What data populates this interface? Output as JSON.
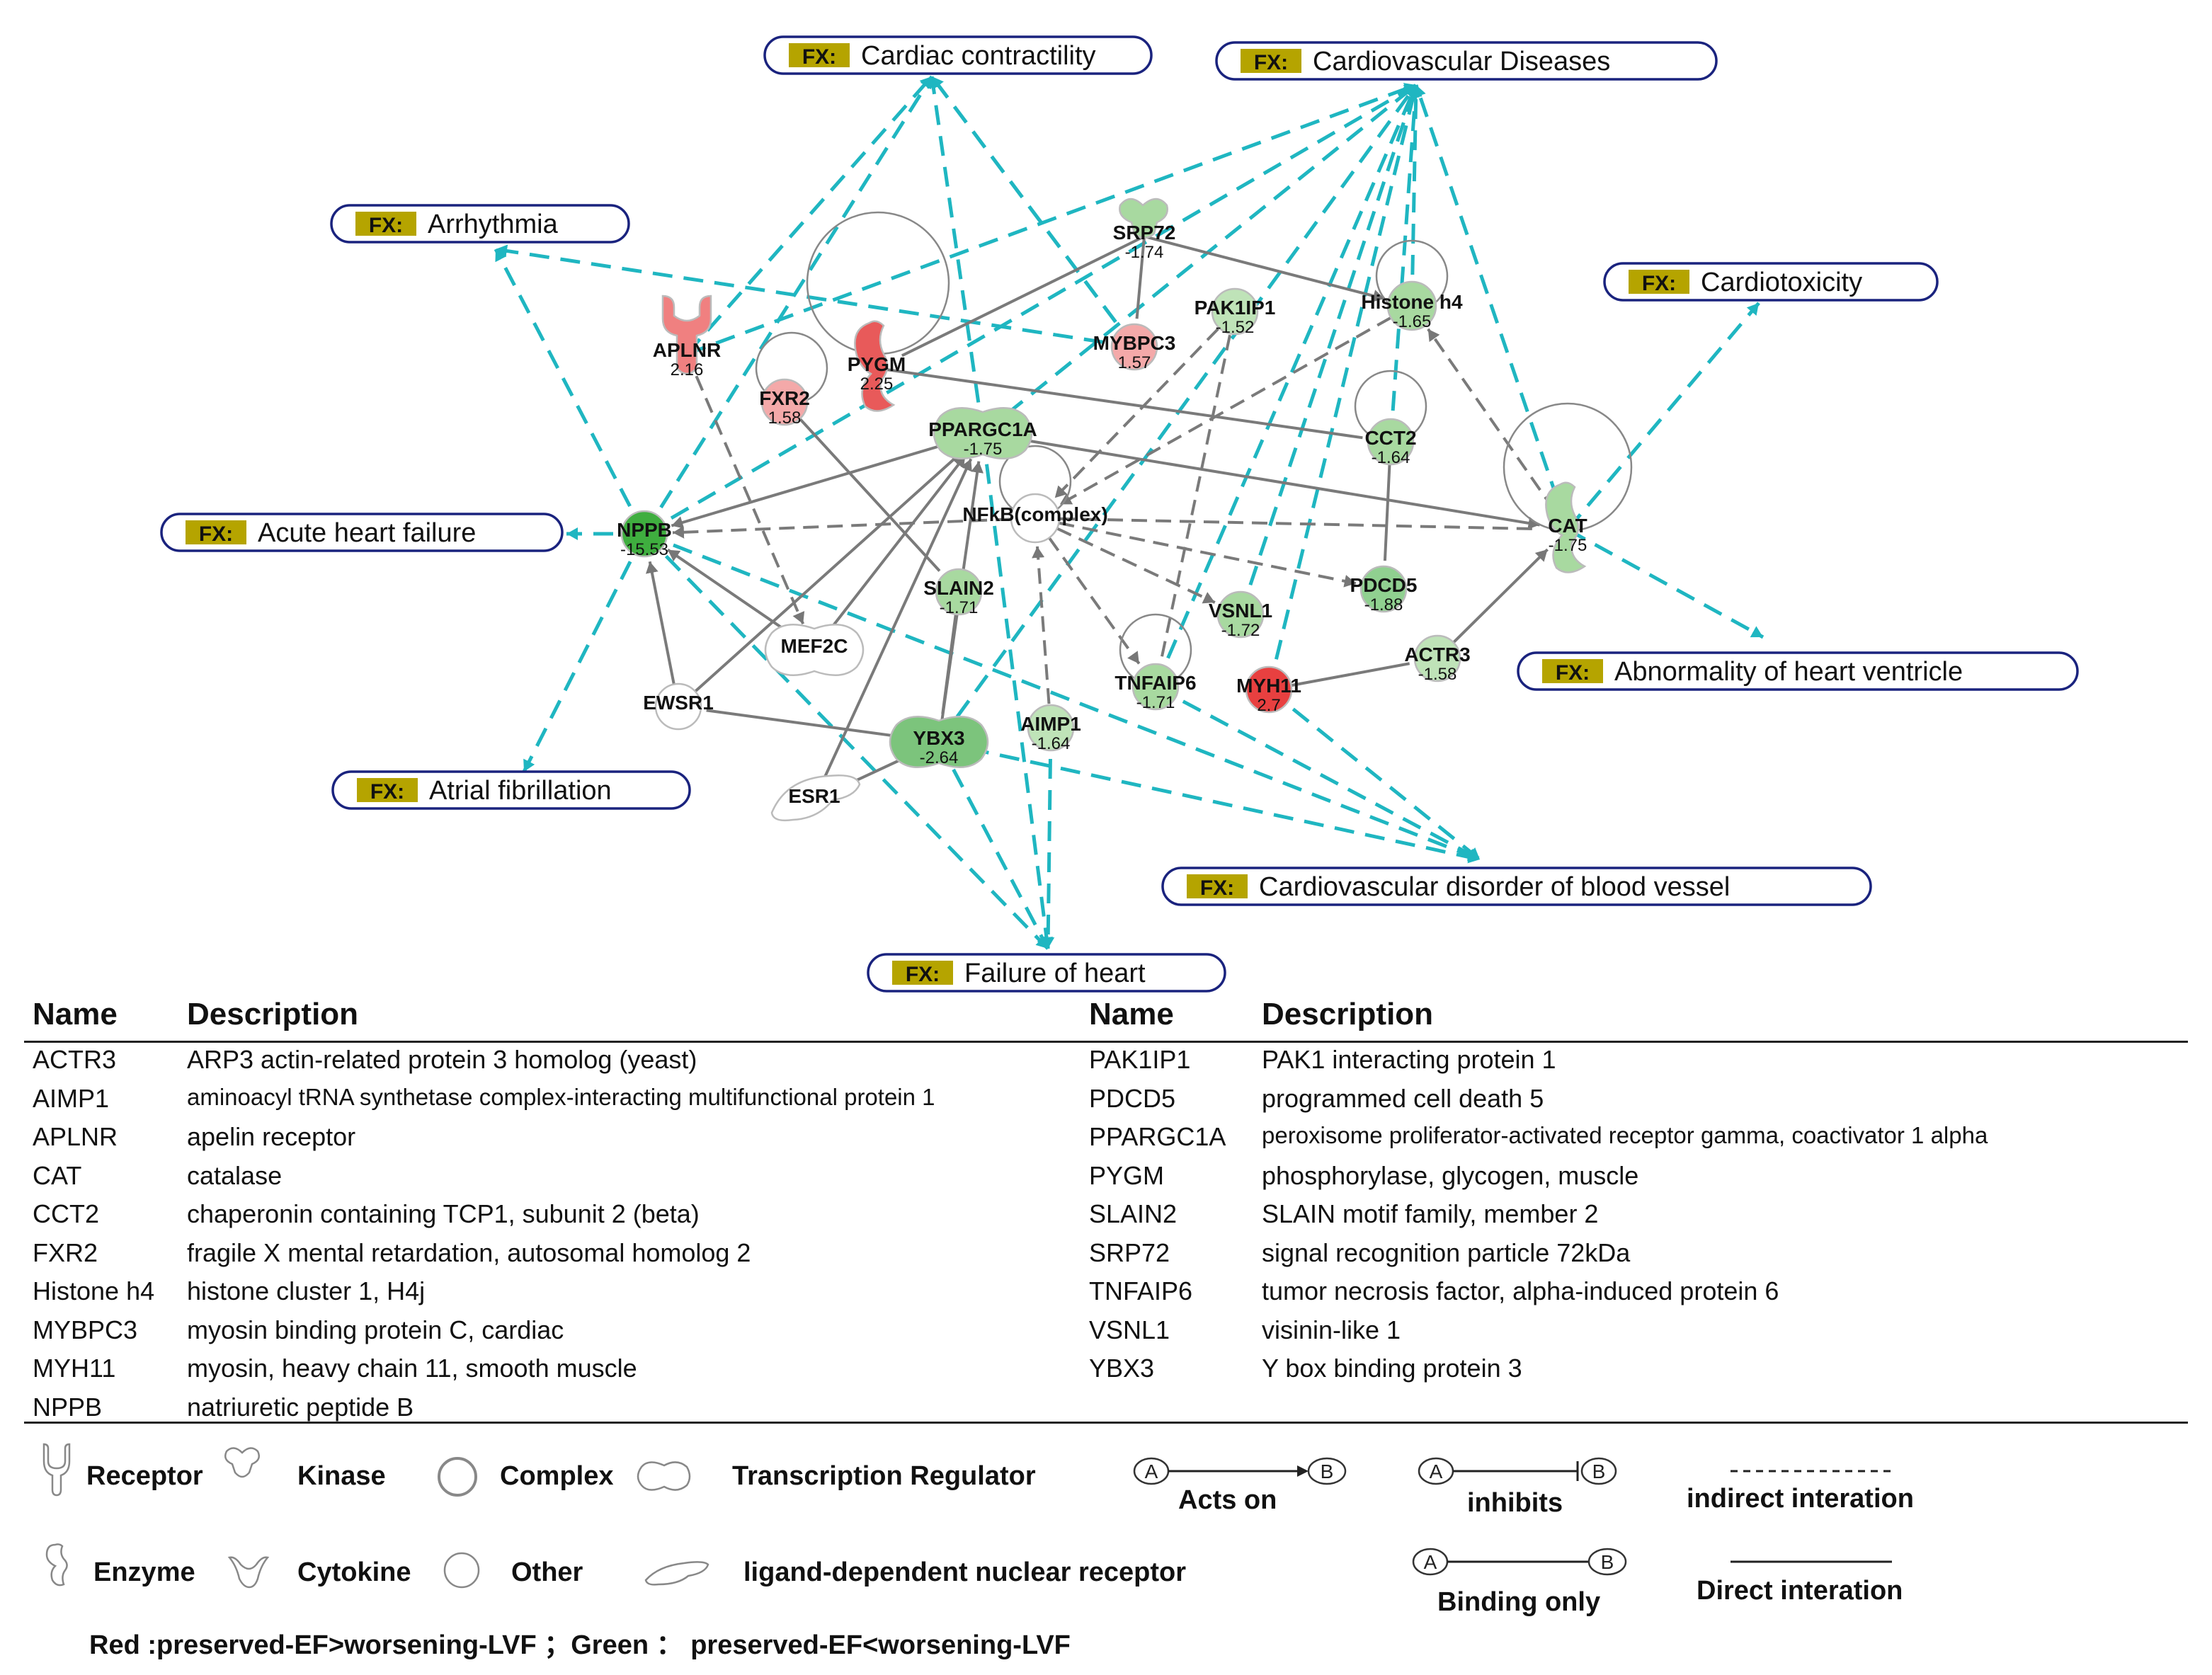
{
  "functions": [
    {
      "id": "cardiac_contractility",
      "label": "Cardiac contractility"
    },
    {
      "id": "cardiovascular_diseases",
      "label": "Cardiovascular Diseases"
    },
    {
      "id": "arrhythmia",
      "label": "Arrhythmia"
    },
    {
      "id": "cardiotoxicity",
      "label": "Cardiotoxicity"
    },
    {
      "id": "acute_heart_failure",
      "label": "Acute heart failure"
    },
    {
      "id": "abnormality_heart_ventricle",
      "label": "Abnormality of heart ventricle"
    },
    {
      "id": "atrial_fibrillation",
      "label": "Atrial fibrillation"
    },
    {
      "id": "cardiovascular_disorder_blood_vessel",
      "label": "Cardiovascular disorder of blood vessel"
    },
    {
      "id": "failure_of_heart",
      "label": "Failure of heart"
    }
  ],
  "fx_tag": "FX:",
  "molecules": [
    {
      "id": "APLNR",
      "label": "APLNR",
      "value": "2.16",
      "shape": "receptor",
      "color": "#f08080"
    },
    {
      "id": "PYGM",
      "label": "PYGM",
      "value": "2.25",
      "shape": "enzyme",
      "color": "#e85a5a"
    },
    {
      "id": "FXR2",
      "label": "FXR2",
      "value": "1.58",
      "shape": "other",
      "color": "#f4a9a9"
    },
    {
      "id": "SRP72",
      "label": "SRP72",
      "value": "-1.74",
      "shape": "kinase",
      "color": "#a8d9a0"
    },
    {
      "id": "PAK1IP1",
      "label": "PAK1IP1",
      "value": "-1.52",
      "shape": "other",
      "color": "#bfe3b8"
    },
    {
      "id": "MYBPC3",
      "label": "MYBPC3",
      "value": "1.57",
      "shape": "other",
      "color": "#f4a9a9"
    },
    {
      "id": "Histone_h4",
      "label": "Histone h4",
      "value": "-1.65",
      "shape": "complex",
      "color": "#a8d9a0"
    },
    {
      "id": "PPARGC1A",
      "label": "PPARGC1A",
      "value": "-1.75",
      "shape": "transreg",
      "color": "#a8d9a0"
    },
    {
      "id": "CCT2",
      "label": "CCT2",
      "value": "-1.64",
      "shape": "other",
      "color": "#a8d9a0"
    },
    {
      "id": "NFkB",
      "label": "NFkB(complex)",
      "value": "",
      "shape": "complex",
      "color": "#ffffff"
    },
    {
      "id": "NPPB",
      "label": "NPPB",
      "value": "-15.53",
      "shape": "other",
      "color": "#3fae3f"
    },
    {
      "id": "CAT",
      "label": "CAT",
      "value": "-1.75",
      "shape": "enzyme",
      "color": "#a8d9a0"
    },
    {
      "id": "SLAIN2",
      "label": "SLAIN2",
      "value": "-1.71",
      "shape": "other",
      "color": "#a8d9a0"
    },
    {
      "id": "PDCD5",
      "label": "PDCD5",
      "value": "-1.88",
      "shape": "other",
      "color": "#90d090"
    },
    {
      "id": "VSNL1",
      "label": "VSNL1",
      "value": "-1.72",
      "shape": "other",
      "color": "#a8d9a0"
    },
    {
      "id": "MEF2C",
      "label": "MEF2C",
      "value": "",
      "shape": "transreg",
      "color": "#ffffff"
    },
    {
      "id": "ACTR3",
      "label": "ACTR3",
      "value": "-1.58",
      "shape": "other",
      "color": "#bfe3b8"
    },
    {
      "id": "EWSR1",
      "label": "EWSR1",
      "value": "",
      "shape": "other",
      "color": "#ffffff"
    },
    {
      "id": "TNFAIP6",
      "label": "TNFAIP6",
      "value": "-1.71",
      "shape": "other",
      "color": "#a8d9a0"
    },
    {
      "id": "MYH11",
      "label": "MYH11",
      "value": "2.7",
      "shape": "other",
      "color": "#e84040"
    },
    {
      "id": "YBX3",
      "label": "YBX3",
      "value": "-2.64",
      "shape": "transreg",
      "color": "#7cc47c"
    },
    {
      "id": "AIMP1",
      "label": "AIMP1",
      "value": "-1.64",
      "shape": "other",
      "color": "#bfe3b8"
    },
    {
      "id": "ESR1",
      "label": "ESR1",
      "value": "",
      "shape": "ligand",
      "color": "#ffffff"
    }
  ],
  "table": {
    "header_name": "Name",
    "header_description": "Description",
    "left": [
      {
        "name": "ACTR3",
        "desc": "ARP3 actin-related protein 3 homolog (yeast)"
      },
      {
        "name": "AIMP1",
        "desc": "aminoacyl tRNA synthetase complex-interacting multifunctional protein 1"
      },
      {
        "name": "APLNR",
        "desc": "apelin receptor"
      },
      {
        "name": "CAT",
        "desc": "catalase"
      },
      {
        "name": "CCT2",
        "desc": "chaperonin containing TCP1, subunit 2 (beta)"
      },
      {
        "name": "FXR2",
        "desc": "fragile X mental retardation, autosomal homolog 2"
      },
      {
        "name": "Histone h4",
        "desc": "histone cluster 1, H4j"
      },
      {
        "name": "MYBPC3",
        "desc": "myosin binding protein C, cardiac"
      },
      {
        "name": "MYH11",
        "desc": "myosin, heavy chain 11, smooth muscle"
      },
      {
        "name": "NPPB",
        "desc": "natriuretic peptide B"
      }
    ],
    "right": [
      {
        "name": "PAK1IP1",
        "desc": "PAK1 interacting protein 1"
      },
      {
        "name": "PDCD5",
        "desc": "programmed cell death 5"
      },
      {
        "name": "PPARGC1A",
        "desc": "peroxisome proliferator-activated receptor gamma, coactivator 1 alpha"
      },
      {
        "name": "PYGM",
        "desc": "phosphorylase, glycogen, muscle"
      },
      {
        "name": "SLAIN2",
        "desc": "SLAIN motif family, member 2"
      },
      {
        "name": "SRP72",
        "desc": "signal recognition particle 72kDa"
      },
      {
        "name": "TNFAIP6",
        "desc": "tumor necrosis factor, alpha-induced protein 6"
      },
      {
        "name": "VSNL1",
        "desc": "visinin-like 1"
      },
      {
        "name": "YBX3",
        "desc": "Y box binding protein 3"
      }
    ]
  },
  "legend": {
    "receptor": "Receptor",
    "kinase": "Kinase",
    "complex": "Complex",
    "transcription_regulator": "Transcription Regulator",
    "enzyme": "Enzyme",
    "cytokine": "Cytokine",
    "other": "Other",
    "ligand_receptor": "ligand-dependent nuclear receptor",
    "acts_on": "Acts on",
    "inhibits": "inhibits",
    "binding_only": "Binding only",
    "indirect": "indirect interation",
    "direct": "Direct interation",
    "node_a": "A",
    "node_b": "B",
    "color_note": "Red :preserved-EF>worsening-LVF  ；Green ： preserved-EF<worsening-LVF"
  },
  "colors": {
    "fx_edge": "#1fb6c1",
    "fx_border": "#1a237e",
    "fx_tag_bg": "#b5a400",
    "edge": "#7a7a7a"
  }
}
